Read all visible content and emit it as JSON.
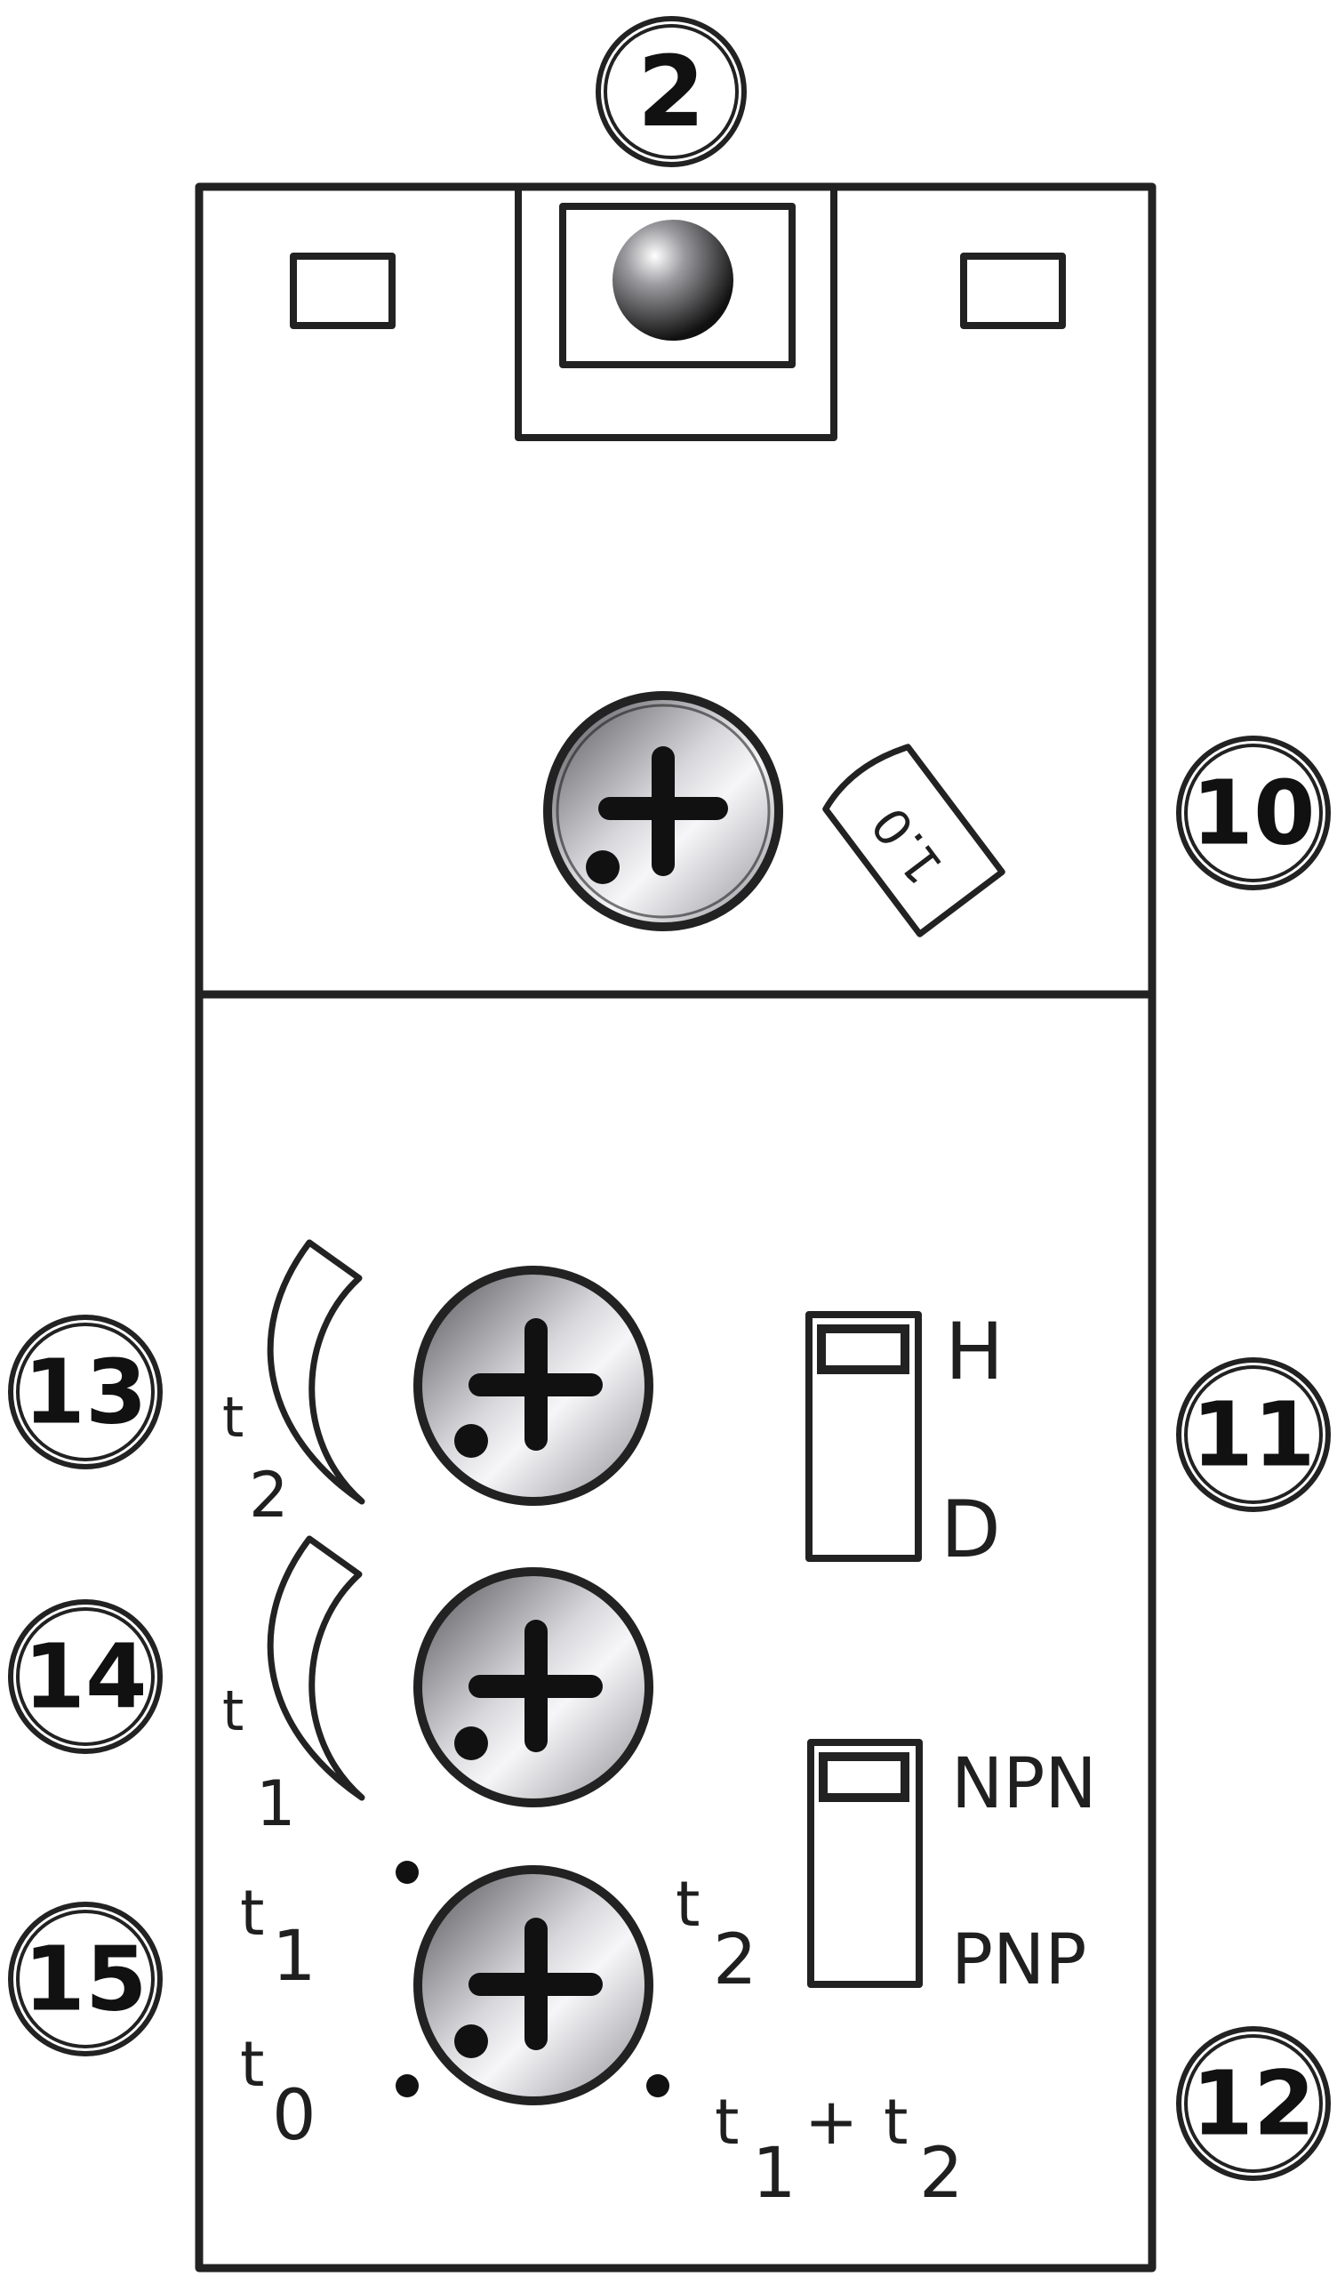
{
  "callouts": {
    "c2": "2",
    "c10": "10",
    "c11": "11",
    "c12": "12",
    "c13": "13",
    "c14": "14",
    "c15": "15"
  },
  "switches": {
    "mode": {
      "top_label": "H",
      "bottom_label": "D",
      "selected": "H"
    },
    "output": {
      "top_label": "NPN",
      "bottom_label": "PNP",
      "selected": "NPN"
    }
  },
  "potentiometer_labels": {
    "t2_arc": {
      "base": "t",
      "sub": "2"
    },
    "t1_arc": {
      "base": "t",
      "sub": "1"
    },
    "selector_t1": {
      "base": "t",
      "sub": "1"
    },
    "selector_t0": {
      "base": "t",
      "sub": "0"
    },
    "selector_t2": {
      "base": "t",
      "sub": "2"
    },
    "selector_t1_plus_t2": {
      "base1": "t",
      "sub1": "1",
      "plus": "+",
      "base2": "t",
      "sub2": "2"
    }
  },
  "colors": {
    "outline": "#222222",
    "screw_light": "#f4f4f6",
    "screw_dark": "#5a5a60"
  },
  "icons": [
    "led-icon",
    "screw-icon",
    "range-label-icon",
    "arc-arrow-icon"
  ]
}
